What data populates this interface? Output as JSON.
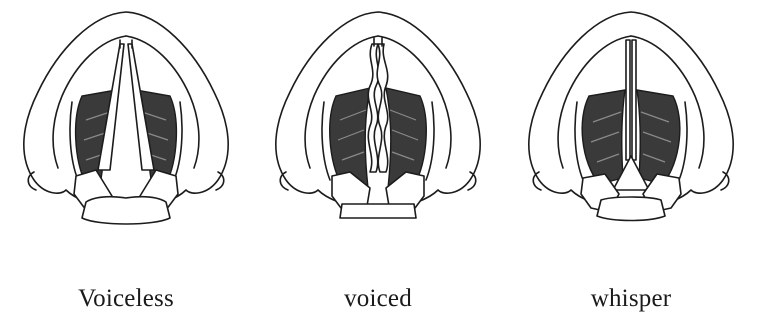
{
  "figure": {
    "panels": [
      {
        "id": "voiceless",
        "label": "Voiceless"
      },
      {
        "id": "voiced",
        "label": "voiced"
      },
      {
        "id": "whisper",
        "label": "whisper"
      }
    ]
  }
}
